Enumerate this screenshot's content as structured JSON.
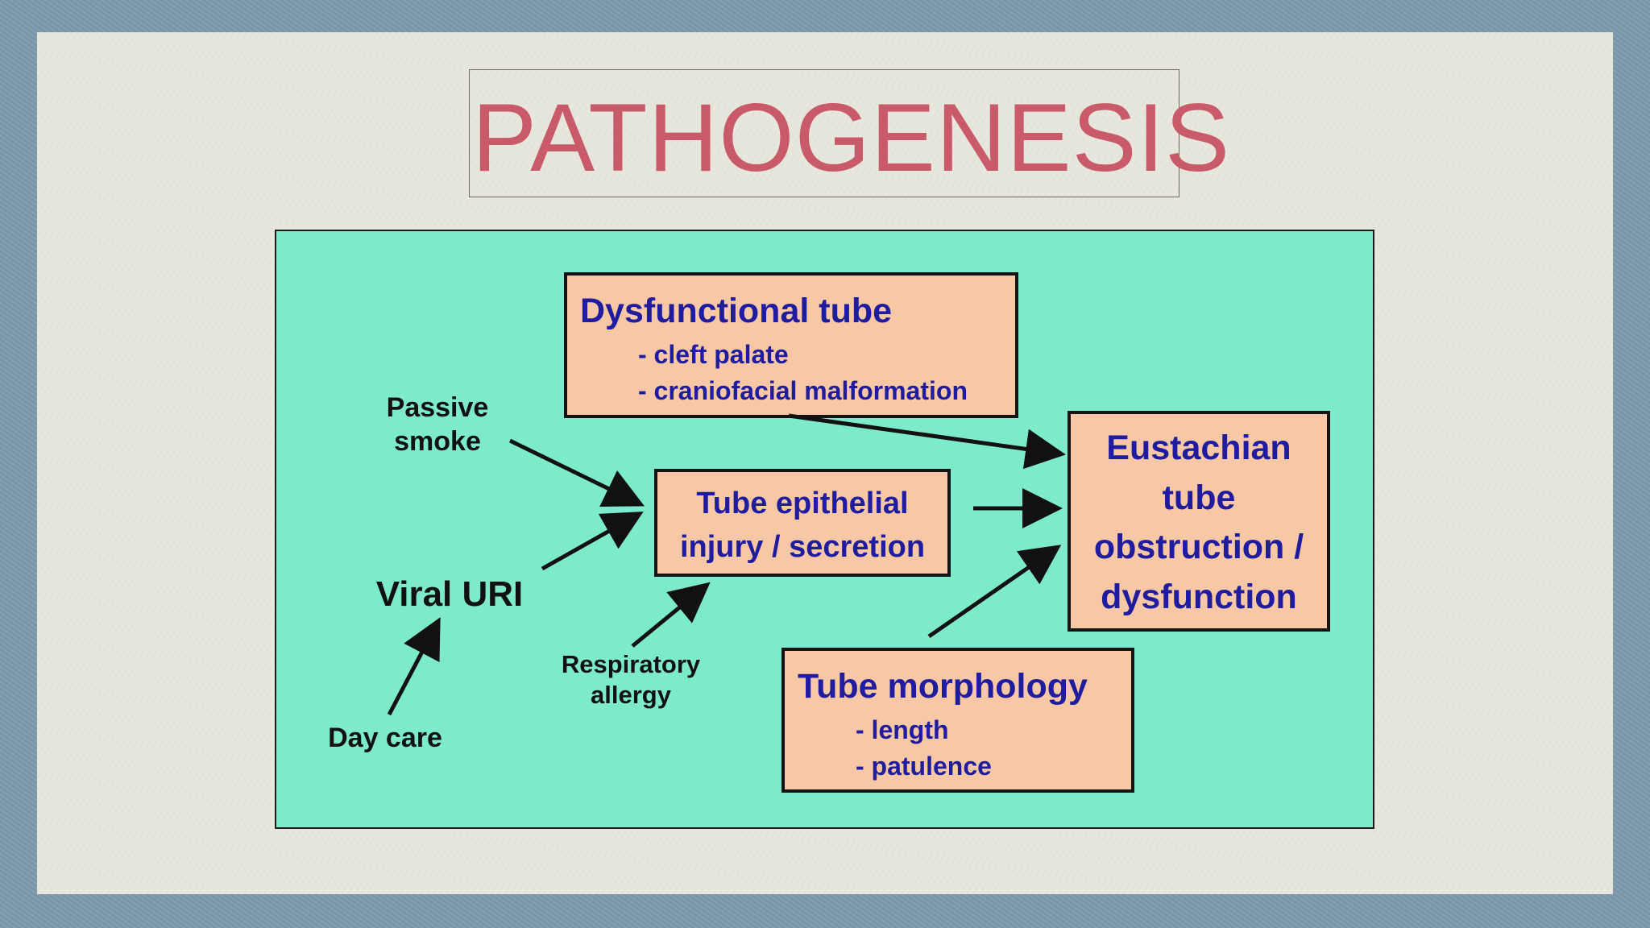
{
  "slide": {
    "title": "PATHOGENESIS"
  },
  "diagram": {
    "dysfunctional_tube": {
      "heading": "Dysfunctional tube",
      "items": [
        "- cleft palate",
        "- craniofacial malformation"
      ]
    },
    "tube_epithelial": {
      "line1": "Tube epithelial",
      "line2": "injury / secretion"
    },
    "eustachian": {
      "line1": "Eustachian",
      "line2": "tube",
      "line3": "obstruction /",
      "line4": "dysfunction"
    },
    "tube_morphology": {
      "heading": "Tube morphology",
      "items": [
        "- length",
        "- patulence"
      ]
    },
    "passive_smoke": {
      "line1": "Passive",
      "line2": "smoke"
    },
    "viral_uri": "Viral URI",
    "day_care": "Day care",
    "respiratory_allergy": {
      "line1": "Respiratory",
      "line2": "allergy"
    }
  },
  "colors": {
    "title": "#c85a69",
    "diagram_background": "#7debcb",
    "box_fill": "#f8c7a5",
    "box_text": "#1f1ca0"
  }
}
